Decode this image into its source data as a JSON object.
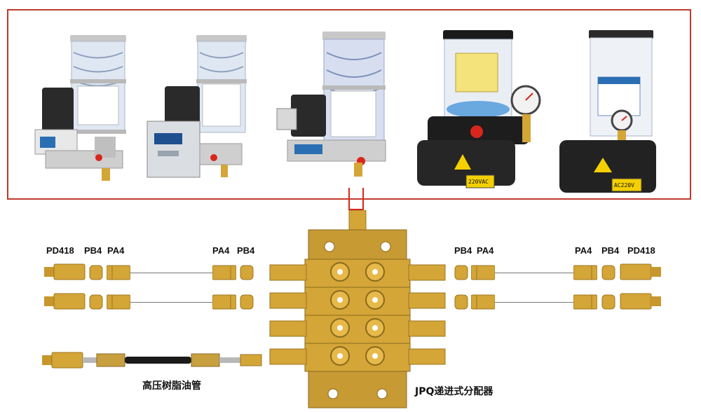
{
  "labels_left_top": [
    "PD418",
    "PB4",
    "PA4",
    "PA4",
    "PB4"
  ],
  "labels_right_top": [
    "PB4",
    "PA4",
    "PA4",
    "PB4",
    "PD418"
  ],
  "captions": {
    "hose": "高压树脂油管",
    "distributor": "JPQ递进式分配器"
  },
  "pumps": [
    {
      "type": "electric-clear-reservoir"
    },
    {
      "type": "electric-clear-reservoir-with-controller"
    },
    {
      "type": "electric-clear-reservoir-large"
    },
    {
      "type": "grease-pump-with-gauge",
      "voltage": "220VAC"
    },
    {
      "type": "grease-pump-with-gauge-tall",
      "voltage": "AC220V"
    }
  ],
  "colors": {
    "frame_border": "#c0392b",
    "brass": "#d4a537",
    "pipe_red": "#d9261c"
  }
}
